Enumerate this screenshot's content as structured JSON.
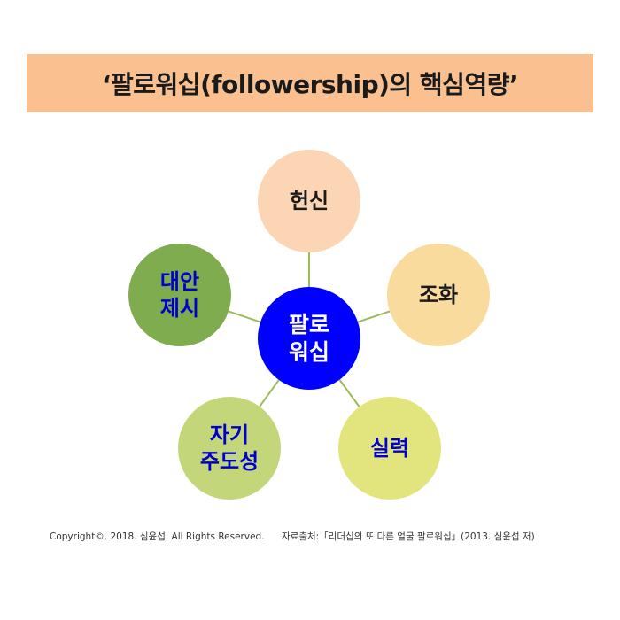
{
  "title": "‘팔로워십(followership)의 핵심역량’",
  "center": {
    "lines": [
      "팔로",
      "워십"
    ],
    "fill": "#0000ff",
    "text_color": "#ffffff"
  },
  "nodes": [
    {
      "id": "heonsin",
      "lines": [
        "헌신"
      ],
      "fill": "#fcd5b5",
      "text_color": "#1a1a1a"
    },
    {
      "id": "johwa",
      "lines": [
        "조화"
      ],
      "fill": "#fadb9e",
      "text_color": "#1a1a1a"
    },
    {
      "id": "sillyeok",
      "lines": [
        "실력"
      ],
      "fill": "#e2e57e",
      "text_color": "#0000cc"
    },
    {
      "id": "jagi-judoseong",
      "lines": [
        "자기",
        "주도성"
      ],
      "fill": "#c3d77a",
      "text_color": "#0000cc"
    },
    {
      "id": "daean-jesi",
      "lines": [
        "대안",
        "제시"
      ],
      "fill": "#7fac4e",
      "text_color": "#0000cc"
    }
  ],
  "connector_color": "#9bbb59",
  "footer": {
    "copyright": "Copyright©. 2018. 심윤섭. All Rights Reserved.",
    "source": "자료출처:「리더십의 또 다른 얼굴 팔로워십」(2013. 심윤섭 저)"
  }
}
